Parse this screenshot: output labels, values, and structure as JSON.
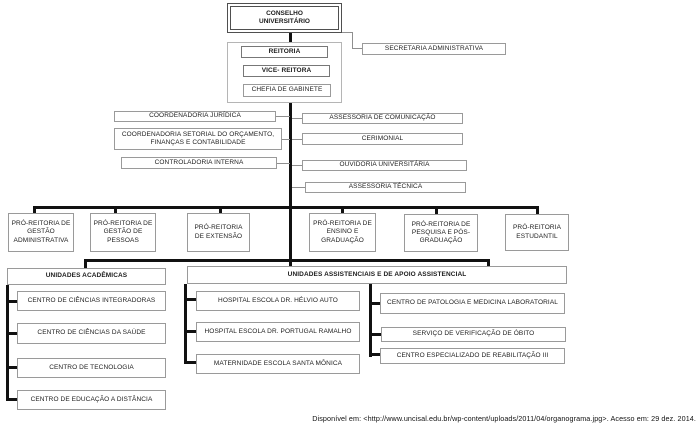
{
  "org_chart": {
    "conselho": "CONSELHO UNIVERSITÁRIO",
    "secretaria": "SECRETARIA ADMINISTRATIVA",
    "reitoria": "REITORIA",
    "vice_reitora": "VICE- REITORA",
    "chefia_gabinete": "CHEFIA DE GABINETE",
    "staff_left": [
      "COORDENADORIA JURÍDICA",
      "COORDENADORIA SETORIAL DO ORÇAMENTO, FINANÇAS E CONTABILIDADE",
      "CONTROLADORIA INTERNA"
    ],
    "staff_right": [
      "ASSESSORIA DE COMUNICAÇÃO",
      "CERIMONIAL",
      "OUVIDORIA UNIVERSITÁRIA",
      "ASSESSORIA TÉCNICA"
    ],
    "pro_reitorias": [
      "PRÓ-REITORIA DE GESTÃO ADMINISTRATIVA",
      "PRÓ-REITORIA DE GESTÃO DE PESSOAS",
      "PRÓ-REITORIA DE EXTENSÃO",
      "PRÓ-REITORIA DE ENSINO E GRADUAÇÃO",
      "PRÓ-REITORIA DE PESQUISA E PÓS-GRADUAÇÃO",
      "PRÓ-REITORIA ESTUDANTIL"
    ],
    "academicas": {
      "header": "UNIDADES ACADÊMICAS",
      "items": [
        "CENTRO DE CIÊNCIAS INTEGRADORAS",
        "CENTRO DE CIÊNCIAS DA SAÚDE",
        "CENTRO DE TECNOLOGIA",
        "CENTRO DE EDUCAÇÃO A DISTÂNCIA"
      ]
    },
    "assistenciais": {
      "header": "UNIDADES ASSISTENCIAIS E DE APOIO ASSISTENCIAL",
      "hospitais": [
        "HOSPITAL  ESCOLA DR. HÉLVIO AUTO",
        "HOSPITAL  ESCOLA DR. PORTUGAL RAMALHO",
        "MATERNIDADE  ESCOLA SANTA MÔNICA"
      ],
      "apoio": [
        "CENTRO DE PATOLOGIA E MEDICINA LABORATORIAL",
        "SERVIÇO DE VERIFICAÇÃO DE ÓBITO",
        "CENTRO ESPECIALIZADO DE REABILITAÇÃO III"
      ]
    },
    "citation": "Disponível em: <http://www.uncisal.edu.br/wp-content/uploads/2011/04/organograma.jpg>. Acesso em: 29 dez. 2014."
  },
  "colors": {
    "thick_line": "#111111",
    "thin_line": "#8f8f8f",
    "box_border": "#9a9a9a",
    "text": "#1c1c1c"
  }
}
